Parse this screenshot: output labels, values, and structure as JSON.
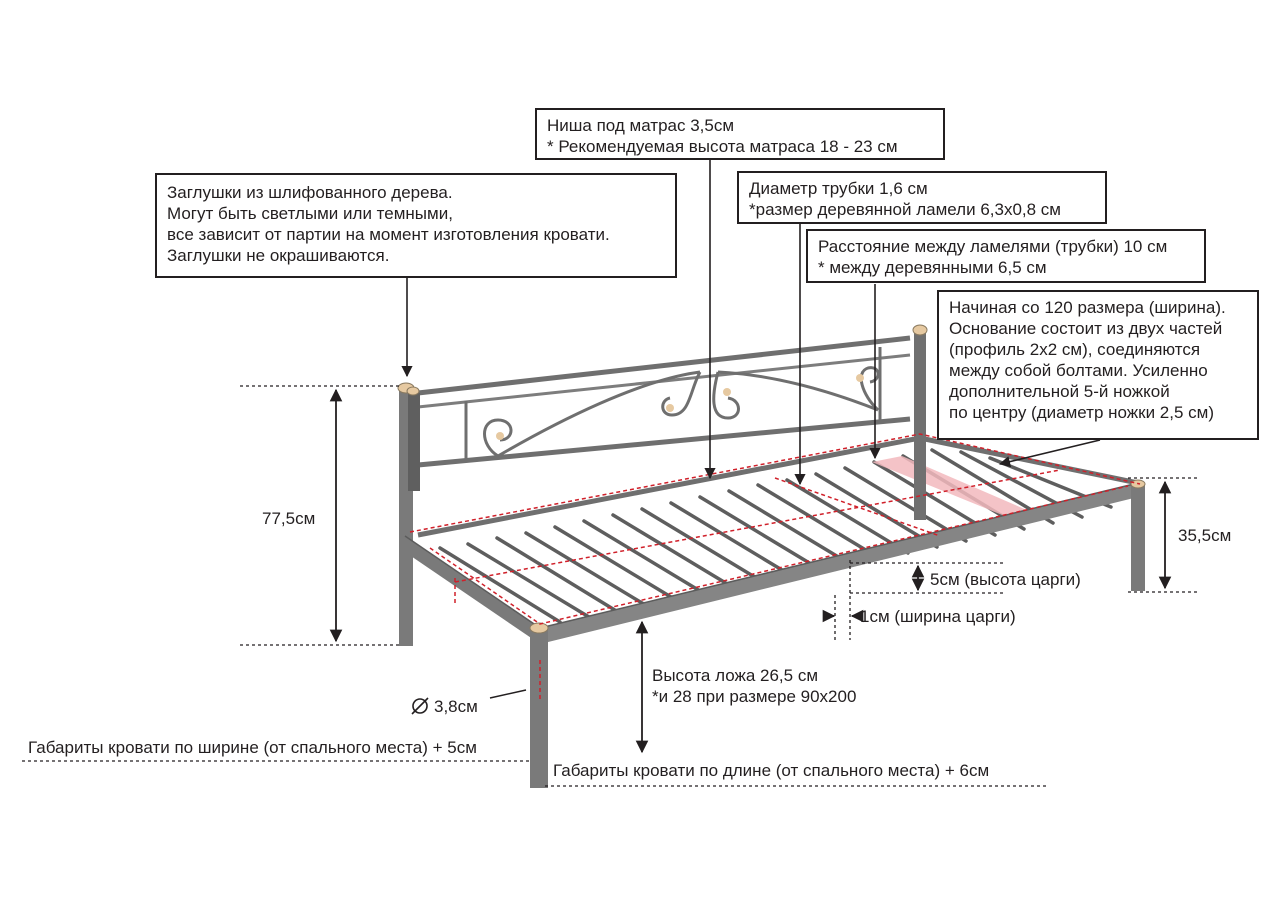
{
  "callouts": {
    "plugs": {
      "lines": [
        "Заглушки из шлифованного дерева.",
        "Могут быть светлыми или темными,",
        "все зависит от партии на момент изготовления кровати.",
        "Заглушки не окрашиваются."
      ]
    },
    "niche": {
      "lines": [
        "Ниша под матрас 3,5см",
        "* Рекомендуемая высота матраса 18 - 23 см"
      ]
    },
    "tube": {
      "lines": [
        "Диаметр трубки 1,6 см",
        "*размер деревянной ламели 6,3х0,8 см"
      ]
    },
    "spacing": {
      "lines": [
        "Расстояние между ламелями (трубки) 10 см",
        "* между деревянными 6,5 см"
      ]
    },
    "base": {
      "lines": [
        "Начиная со 120 размера (ширина).",
        "Основание состоит из двух частей",
        "(профиль 2х2 см), соединяются",
        "между собой болтами. Усиленно",
        "дополнительной 5-й ножкой",
        "по центру (диаметр ножки 2,5 см)"
      ]
    }
  },
  "dimensions": {
    "headboard_height": "77,5см",
    "footboard_height": "35,5см",
    "rail_height": "5см (высота царги)",
    "rail_width": "1см (ширина царги)",
    "leg_diameter": "3,8см",
    "bed_height_line1": "Высота ложа 26,5 см",
    "bed_height_line2": "*и 28 при размере 90х200",
    "width_overall": "Габариты кровати по ширине (от спального места) + 5см",
    "length_overall": "Габариты кровати по длине (от спального места) + 6см"
  },
  "colors": {
    "frame": "#7a7a7a",
    "frame_dark": "#5c5c5c",
    "text": "#231f20",
    "red_dash": "#d0202a",
    "slat_highlight": "#f2b8bd",
    "wood_plug": "#e6c9a1"
  }
}
